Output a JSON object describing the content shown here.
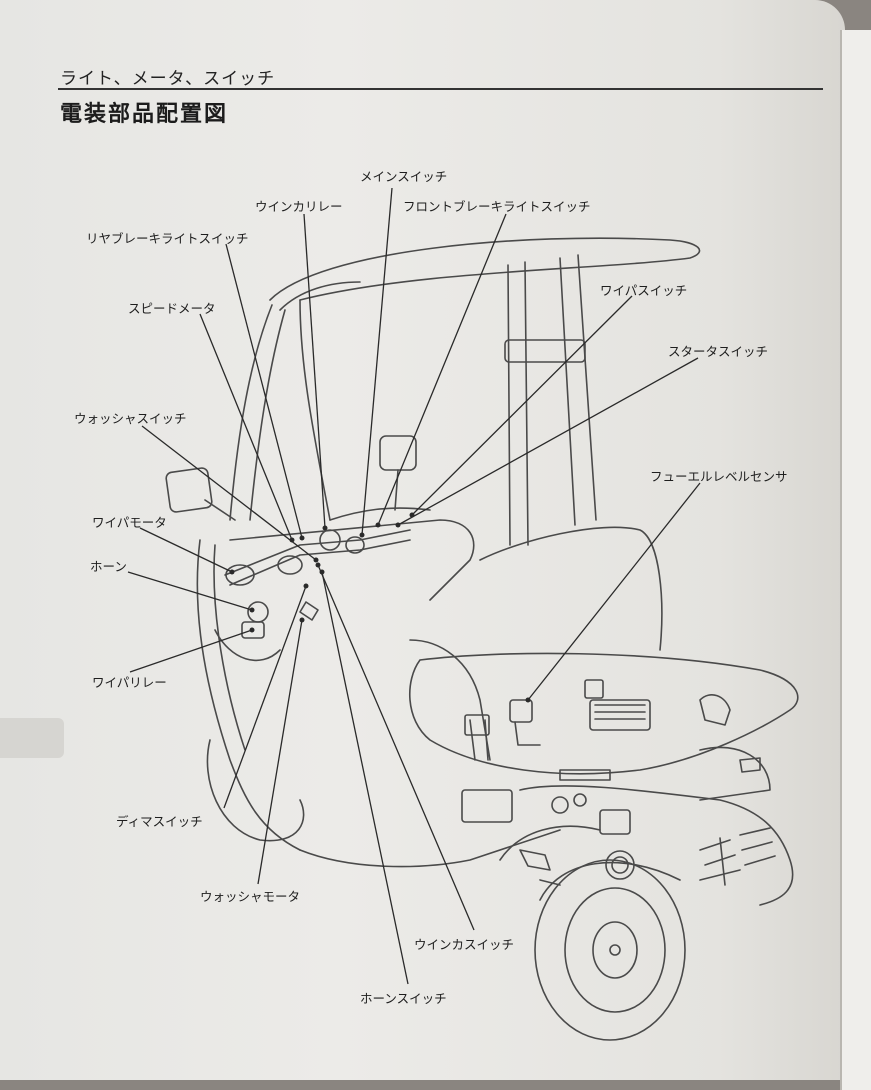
{
  "header": {
    "section": "ライト、メータ、スイッチ",
    "title": "電装部品配置図"
  },
  "labels": {
    "main_switch": "メインスイッチ",
    "winker_relay": "ウインカリレー",
    "front_brake_light_switch": "フロントブレーキライトスイッチ",
    "rear_brake_light_switch": "リヤブレーキライトスイッチ",
    "wiper_switch": "ワイパスイッチ",
    "speedometer": "スピードメータ",
    "starter_switch": "スタータスイッチ",
    "washer_switch": "ウォッシャスイッチ",
    "fuel_level_sensor": "フューエルレベルセンサ",
    "wiper_motor": "ワイパモータ",
    "horn": "ホーン",
    "wiper_relay": "ワイパリレー",
    "dimmer_switch": "ディマスイッチ",
    "washer_motor": "ウォッシャモータ",
    "winker_switch": "ウインカスイッチ",
    "horn_switch": "ホーンスイッチ"
  },
  "colors": {
    "ink": "#1e1e1e",
    "paper": "#ebeae7",
    "line_art": "#4a4a4a"
  }
}
